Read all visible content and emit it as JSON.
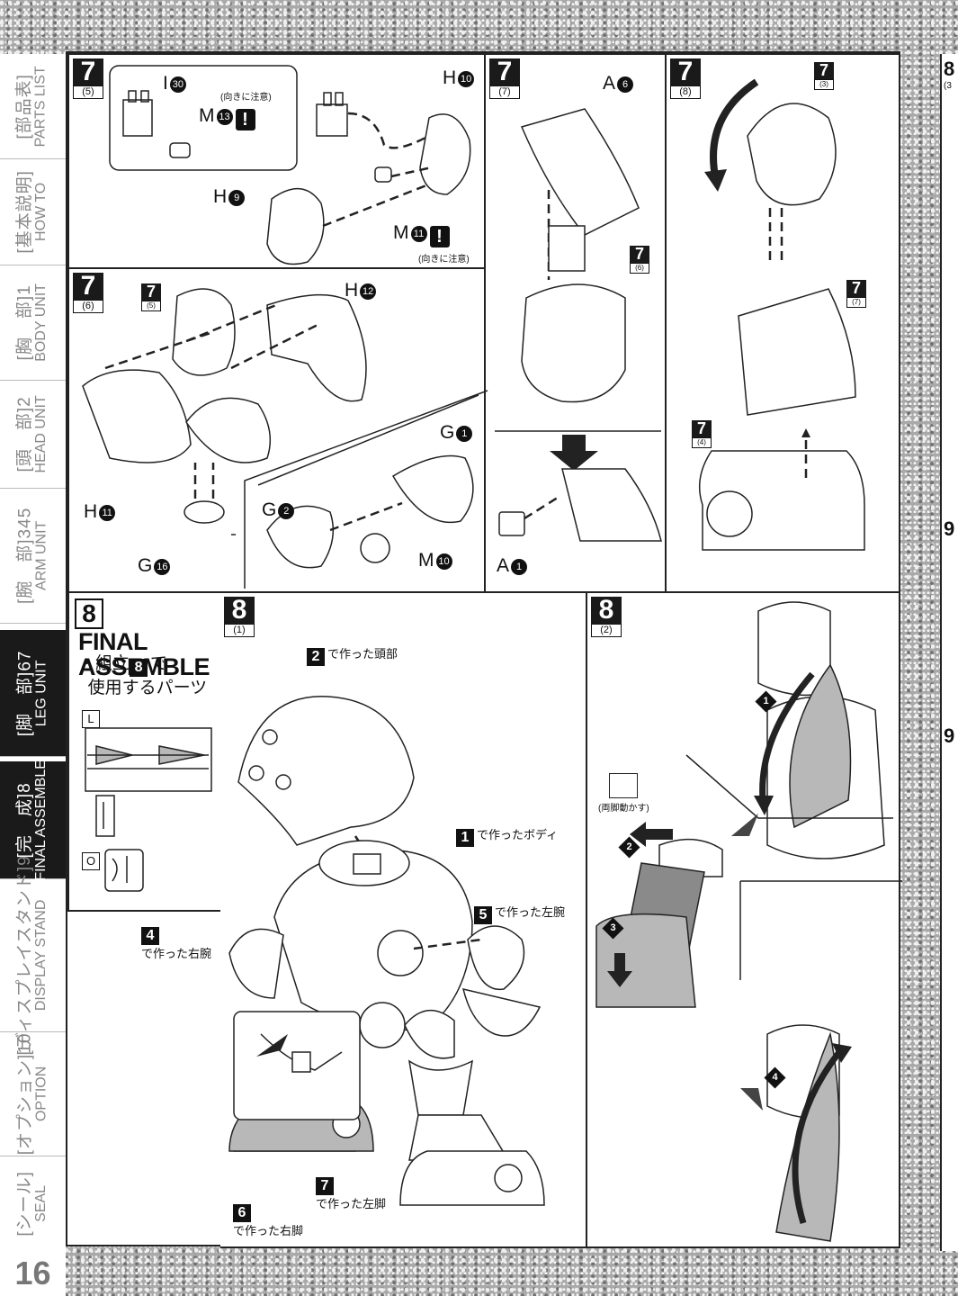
{
  "sidebar": {
    "tabs": [
      {
        "jp": "[部品表]",
        "en": "PARTS LIST",
        "active": false
      },
      {
        "jp": "[基本説明]",
        "en": "HOW TO",
        "active": false
      },
      {
        "jp": "[胸　部]1",
        "en": "BODY UNIT",
        "active": false
      },
      {
        "jp": "[頭　部]2",
        "en": "HEAD UNIT",
        "active": false
      },
      {
        "jp": "[腕　部]345",
        "en": "ARM UNIT",
        "active": false
      },
      {
        "jp": "[脚　部]67",
        "en": "LEG UNIT",
        "active": true
      },
      {
        "jp": "[完　成]8",
        "en": "FINAL ASSEMBLE",
        "active": false
      },
      {
        "jp": "[ディスプレイスタンド]9",
        "en": "DISPLAY STAND",
        "active": false
      },
      {
        "jp": "[オプション]10",
        "en": "OPTION",
        "active": false
      },
      {
        "jp": "[シール]",
        "en": "SEAL",
        "active": false
      }
    ],
    "page_number": "16"
  },
  "panel_7_5": {
    "step": "7",
    "sub": "(5)",
    "labels": {
      "i30": "I",
      "i30c": "30",
      "h10": "H",
      "h10c": "10",
      "m13": "M",
      "m13c": "13",
      "h9": "H",
      "h9c": "9",
      "m11": "M",
      "m11c": "11"
    },
    "note_top": "(向きに注意)",
    "note_bottom": "(向きに注意)"
  },
  "panel_7_7": {
    "step": "7",
    "sub": "(7)",
    "a6": "A",
    "a6c": "6",
    "a1": "A",
    "a1c": "1",
    "ref6": {
      "n": "7",
      "s": "(6)"
    }
  },
  "panel_7_8": {
    "step": "7",
    "sub": "(8)",
    "ref3": {
      "n": "7",
      "s": "(3)"
    },
    "ref7": {
      "n": "7",
      "s": "(7)"
    },
    "ref4": {
      "n": "7",
      "s": "(4)"
    }
  },
  "panel_7_6": {
    "step": "7",
    "sub": "(6)",
    "ref5": {
      "n": "7",
      "s": "(5)"
    },
    "h12": "H",
    "h12c": "12",
    "g1": "G",
    "g1c": "1",
    "h11": "H",
    "h11c": "11",
    "g2": "G",
    "g2c": "2",
    "g16": "G",
    "g16c": "16",
    "m10": "M",
    "m10c": "10"
  },
  "panel_8_intro": {
    "step": "8",
    "title_line1": "FINAL",
    "title_line2": "ASSEMBLE",
    "use_line1": "・組立",
    "use_num": "8",
    "use_line1b": "で",
    "use_line2": "使用するパーツ",
    "part_l": "L",
    "part_o": "O"
  },
  "panel_8_1": {
    "step": "8",
    "sub": "(1)",
    "head": {
      "num": "2",
      "text": "で作った頭部"
    },
    "body": {
      "num": "1",
      "text": "で作ったボディ"
    },
    "left_arm": {
      "num": "5",
      "text": "で作った左腕"
    },
    "right_arm": {
      "num": "4",
      "text": "で作った右腕"
    },
    "left_leg": {
      "num": "7",
      "text": "で作った左脚"
    },
    "right_leg": {
      "num": "6",
      "text": "で作った右脚"
    }
  },
  "panel_8_2": {
    "step": "8",
    "sub": "(2)",
    "steps": [
      "1",
      "2",
      "3",
      "4"
    ],
    "move_note": "(両脚動かす)"
  },
  "edge_right": {
    "a": "8",
    "a_sub": "(3",
    "b": "9",
    "c": "9"
  }
}
